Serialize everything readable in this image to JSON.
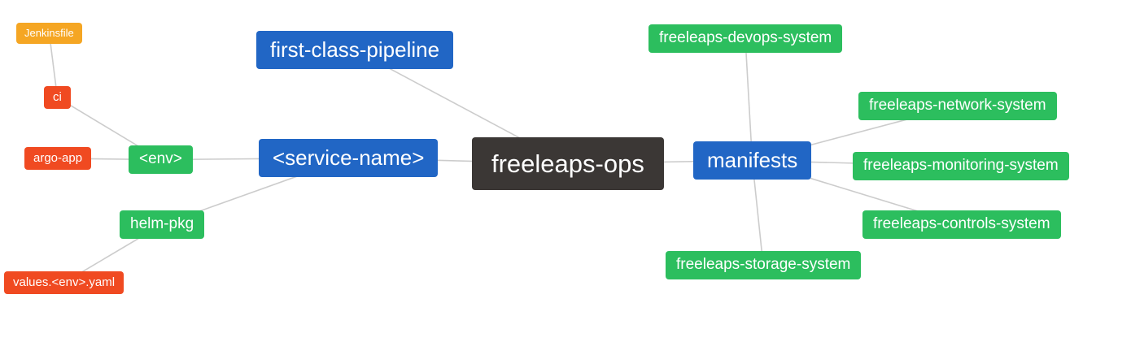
{
  "colors": {
    "blue": "#2166c5",
    "green": "#2cbe5e",
    "red": "#f04a21",
    "orange": "#f5a623",
    "dark": "#3b3735",
    "edge": "#cccccc"
  },
  "diagram": {
    "nodes": [
      {
        "id": "jenkinsfile",
        "label": "Jenkinsfile",
        "color": "#f5a623"
      },
      {
        "id": "ci",
        "label": "ci",
        "color": "#f04a21"
      },
      {
        "id": "argo-app",
        "label": "argo-app",
        "color": "#f04a21"
      },
      {
        "id": "env",
        "label": "<env>",
        "color": "#2cbe5e"
      },
      {
        "id": "helm-pkg",
        "label": "helm-pkg",
        "color": "#2cbe5e"
      },
      {
        "id": "values-env-yaml",
        "label": "values.<env>.yaml",
        "color": "#f04a21"
      },
      {
        "id": "first-class-pipeline",
        "label": "first-class-pipeline",
        "color": "#2166c5"
      },
      {
        "id": "service-name",
        "label": "<service-name>",
        "color": "#2166c5"
      },
      {
        "id": "freeleaps-ops",
        "label": "freeleaps-ops",
        "color": "#3b3735"
      },
      {
        "id": "manifests",
        "label": "manifests",
        "color": "#2166c5"
      },
      {
        "id": "freeleaps-devops-system",
        "label": "freeleaps-devops-system",
        "color": "#2cbe5e"
      },
      {
        "id": "freeleaps-network-system",
        "label": "freeleaps-network-system",
        "color": "#2cbe5e"
      },
      {
        "id": "freeleaps-monitoring-system",
        "label": "freeleaps-monitoring-system",
        "color": "#2cbe5e"
      },
      {
        "id": "freeleaps-controls-system",
        "label": "freeleaps-controls-system",
        "color": "#2cbe5e"
      },
      {
        "id": "freeleaps-storage-system",
        "label": "freeleaps-storage-system",
        "color": "#2cbe5e"
      }
    ],
    "edges": [
      {
        "from": "jenkinsfile",
        "to": "ci"
      },
      {
        "from": "ci",
        "to": "env"
      },
      {
        "from": "argo-app",
        "to": "env"
      },
      {
        "from": "env",
        "to": "service-name"
      },
      {
        "from": "helm-pkg",
        "to": "service-name"
      },
      {
        "from": "values-env-yaml",
        "to": "helm-pkg"
      },
      {
        "from": "first-class-pipeline",
        "to": "freeleaps-ops"
      },
      {
        "from": "service-name",
        "to": "freeleaps-ops"
      },
      {
        "from": "freeleaps-ops",
        "to": "manifests"
      },
      {
        "from": "manifests",
        "to": "freeleaps-devops-system"
      },
      {
        "from": "manifests",
        "to": "freeleaps-network-system"
      },
      {
        "from": "manifests",
        "to": "freeleaps-monitoring-system"
      },
      {
        "from": "manifests",
        "to": "freeleaps-controls-system"
      },
      {
        "from": "manifests",
        "to": "freeleaps-storage-system"
      }
    ]
  }
}
